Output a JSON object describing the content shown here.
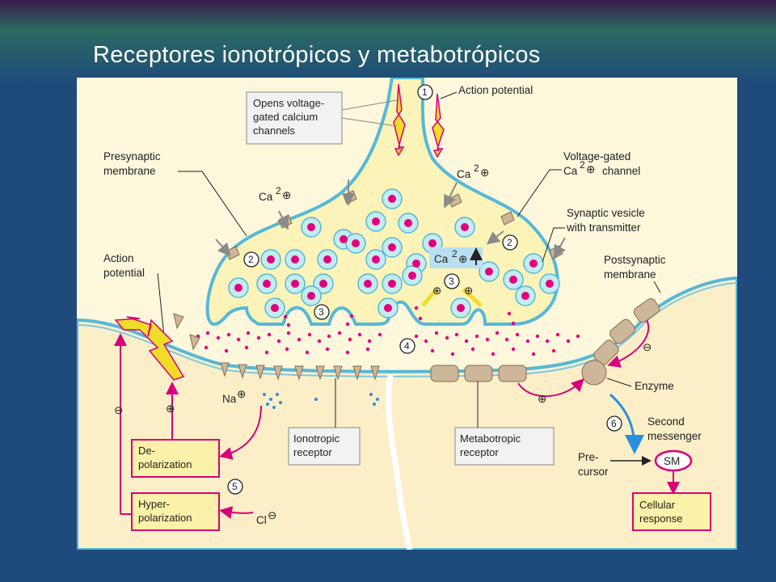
{
  "slide": {
    "title": "Receptores ionotrópicos y metabotrópicos"
  },
  "labels": {
    "action_potential_top": "Action potential",
    "opens_box": [
      "Opens voltage-",
      "gated calcium",
      "channels"
    ],
    "presynaptic": [
      "Presynaptic",
      "membrane"
    ],
    "voltage_gated": [
      "Voltage-gated",
      "Ca",
      "channel"
    ],
    "synaptic_vesicle": [
      "Synaptic vesicle",
      "with transmitter"
    ],
    "postsynaptic": [
      "Postsynaptic",
      "membrane"
    ],
    "action_potential_left": [
      "Action",
      "potential"
    ],
    "ca": "Ca",
    "na": "Na",
    "cl": "Cl",
    "ionotropic_box": [
      "Ionotropic",
      "receptor"
    ],
    "metabotropic_box": [
      "Metabotropic",
      "receptor"
    ],
    "enzyme": "Enzyme",
    "second_messenger": [
      "Second",
      "messenger"
    ],
    "precursor": [
      "Pre-",
      "cursor"
    ],
    "sm": "SM",
    "depolarization_box": [
      "De-",
      "polarization"
    ],
    "hyperpolarization_box": [
      "Hyper-",
      "polarization"
    ],
    "cellular_box": [
      "Cellular",
      "response"
    ],
    "steps": [
      "1",
      "2",
      "3",
      "4",
      "5",
      "6"
    ]
  },
  "colors": {
    "background": "#1f4a7c",
    "panel": "#fdf7dc",
    "terminal": "#fbf3b8",
    "membrane": "#55b8d8",
    "vesicle": "#c4ecef",
    "transmitter": "#e4007c",
    "action_arrow": "#f2dc2a",
    "box_fill": "#fbf1a8",
    "box_border": "#d8007a",
    "arrow_magenta": "#d8007a",
    "arrow_blue": "#2a8ee0",
    "receptor": "#cdb79a"
  }
}
